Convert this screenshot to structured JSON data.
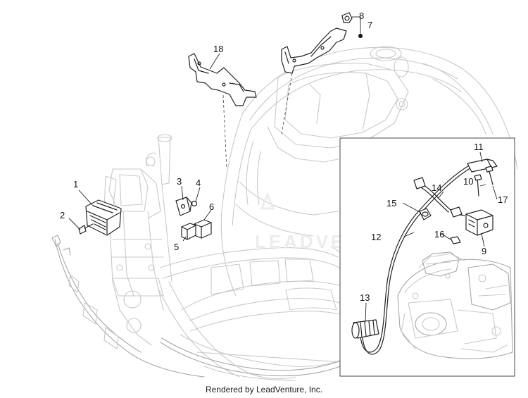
{
  "diagram": {
    "watermark": "LEADVENTURE",
    "footer": "Rendered by LeadVenture, Inc.",
    "callouts": {
      "c1": "1",
      "c2": "2",
      "c3": "3",
      "c4": "4",
      "c5": "5",
      "c6": "6",
      "c7": "7",
      "c8": "8",
      "c9": "9",
      "c10": "10",
      "c11": "11",
      "c12": "12",
      "c13": "13",
      "c14": "14",
      "c15": "15",
      "c16": "16",
      "c17": "17",
      "c18": "18"
    }
  }
}
